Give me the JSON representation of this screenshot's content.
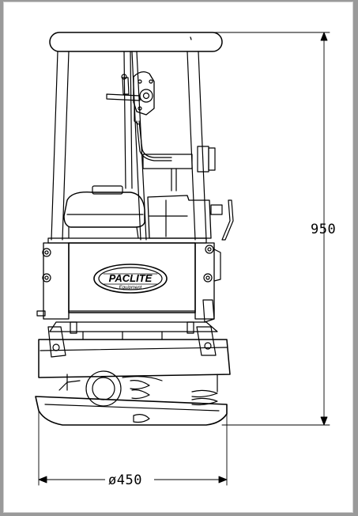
{
  "drawing": {
    "brand_logo": "PACLITE",
    "brand_sub": "Equipment",
    "dimensions": {
      "height_label": "950",
      "diameter_label": "ø450"
    }
  },
  "colors": {
    "background": "#9a9a9a",
    "sheet": "#ffffff",
    "line": "#000000"
  }
}
